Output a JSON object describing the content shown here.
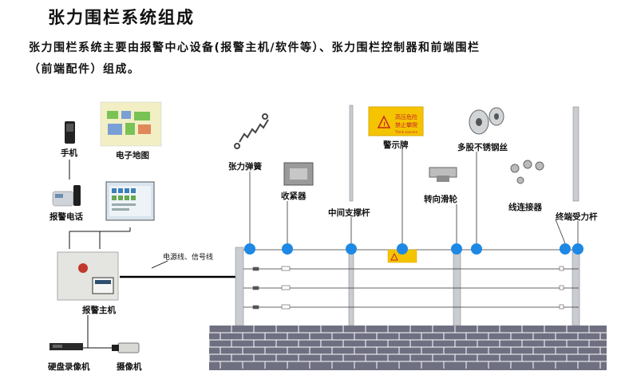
{
  "heading": "张力围栏系统组成",
  "intro_line1": "张力围栏系统主要由报警中心设备(报警主机/软件等）、张力围栏控制器和前端围栏",
  "intro_line2": "（前端配件）组成。",
  "components": {
    "phone": "手机",
    "e_map": "电子地图",
    "alarm_phone": "报警电话",
    "alarm_host": "报警主机",
    "dvr": "硬盘录像机",
    "camera": "摄像机",
    "power_signal_line": "电源线、信号线",
    "tension_spring": "张力弹簧",
    "tightener": "收紧器",
    "middle_post": "中间支撑杆",
    "warning_sign": "警示牌",
    "turning_pulley": "转向滑轮",
    "steel_wire": "多股不锈钢丝",
    "wire_connector": "线连接器",
    "end_post": "终端受力杆"
  },
  "sign": {
    "line1": "高压危险",
    "line2": "禁止攀爬",
    "line3": "Think concern"
  },
  "colors": {
    "wire": "#333333",
    "node": "#1e88e5",
    "sign_bg": "#f5c400",
    "brick": "#6f6f82",
    "post": "#c9ccd0"
  }
}
